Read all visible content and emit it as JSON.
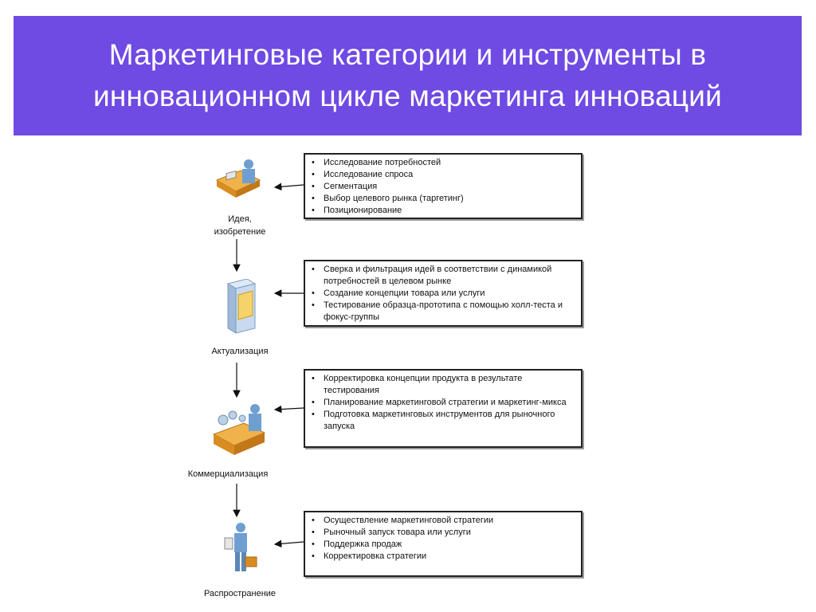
{
  "title": "Маркетинговые категории и инструменты в\nинновационном цикле маркетинга инноваций",
  "stages": [
    {
      "label": "Идея,\nизобретение",
      "icon": "person-at-desk-icon",
      "items": [
        "Исследование потребностей",
        "Исследование спроса",
        "Сегментация",
        "Выбор целевого рынка (таргетинг)",
        "Позиционирование"
      ]
    },
    {
      "label": "Актуализация",
      "icon": "product-box-icon",
      "items": [
        "Сверка и фильтрация идей в соответствии с динамикой потребностей в целевом рынке",
        "Создание концепции товара или услуги",
        "Тестирование образца-прототипа с помощью холл-теста и фокус-группы"
      ]
    },
    {
      "label": "Коммерциализация",
      "icon": "production-line-icon",
      "items": [
        "Корректировка концепции продукта в результате тестирования",
        "Планирование маркетинговой стратегии и маркетинг-микса",
        "Подготовка маркетинговых инструментов для рыночного запуска"
      ]
    },
    {
      "label": "Распространение",
      "icon": "person-with-briefcase-icon",
      "items": [
        "Осуществление маркетинговой стратегии",
        "Рыночный запуск товара или услуги",
        "Поддержка продаж",
        "Корректировка стратегии"
      ]
    }
  ],
  "colors": {
    "title_background": "#6f4ae3",
    "title_text": "#ffffff",
    "border": "#222222"
  }
}
